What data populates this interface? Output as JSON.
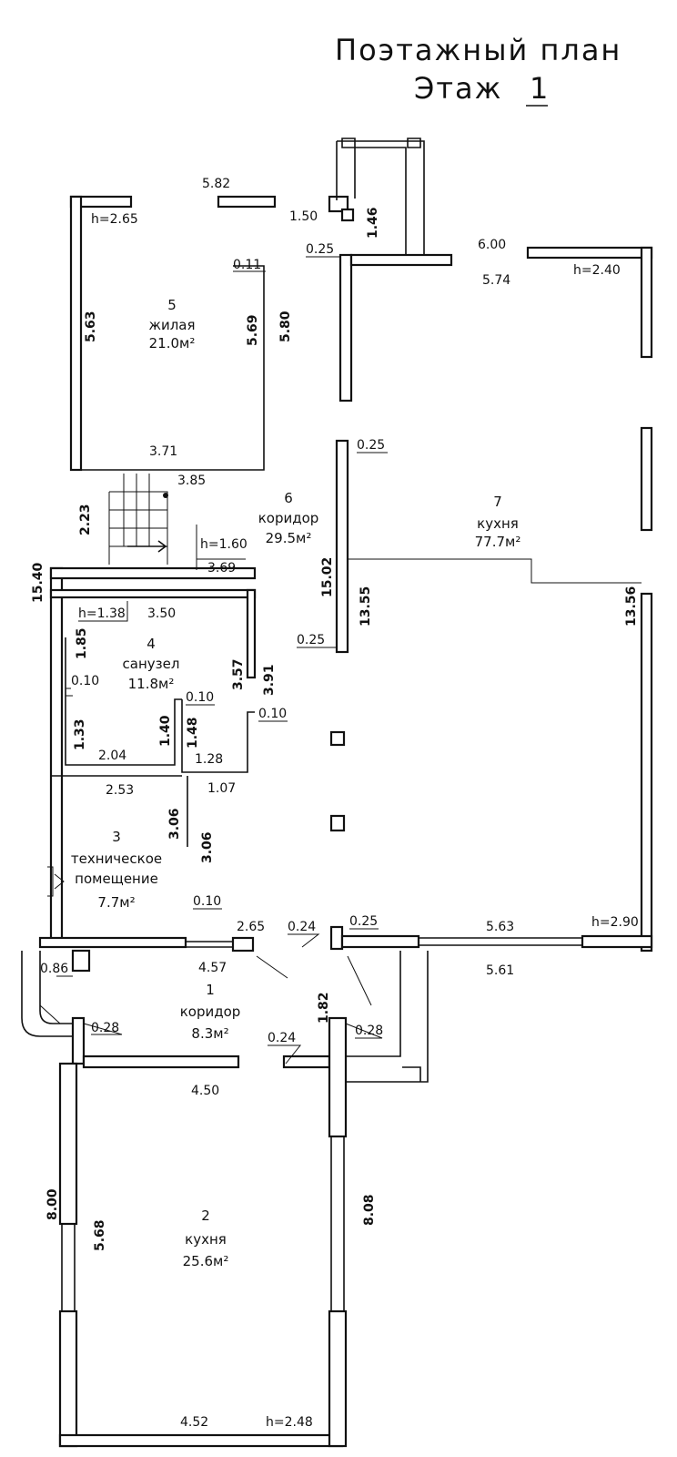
{
  "title": {
    "line1": "Поэтажный план",
    "line2": "Этаж",
    "floor_number": "1"
  },
  "rooms": [
    {
      "number": "1",
      "name": "коридор",
      "area": "8.3м²"
    },
    {
      "number": "2",
      "name": "кухня",
      "area": "25.6м²"
    },
    {
      "number": "3",
      "name_line1": "техническое",
      "name_line2": "помещение",
      "area": "7.7м²"
    },
    {
      "number": "4",
      "name": "санузел",
      "area": "11.8м²"
    },
    {
      "number": "5",
      "name": "жилая",
      "area": "21.0м²"
    },
    {
      "number": "6",
      "name": "коридор",
      "area": "29.5м²"
    },
    {
      "number": "7",
      "name": "кухня",
      "area": "77.7м²"
    }
  ],
  "heights": {
    "room5": "h=2.65",
    "room7_top": "h=2.40",
    "stair": "h=1.60",
    "room4": "h=1.38",
    "room7_bottom": "h=2.90",
    "room2": "h=2.48"
  },
  "dimensions": {
    "d_5_82": "5.82",
    "d_1_50": "1.50",
    "d_1_46": "1.46",
    "d_6_00": "6.00",
    "d_5_74": "5.74",
    "d_0_25_a": "0.25",
    "d_0_11": "0.11",
    "d_5_63_v": "5.63",
    "d_5_69": "5.69",
    "d_5_80": "5.80",
    "d_3_71": "3.71",
    "d_0_25_b": "0.25",
    "d_3_85": "3.85",
    "d_2_23": "2.23",
    "d_15_40": "15.40",
    "d_3_69": "3.69",
    "d_15_02": "15.02",
    "d_13_55": "13.55",
    "d_13_56": "13.56",
    "d_3_50": "3.50",
    "d_1_85": "1.85",
    "d_0_25_c": "0.25",
    "d_3_57": "3.57",
    "d_3_91": "3.91",
    "d_0_10_a": "0.10",
    "d_0_10_b": "0.10",
    "d_0_10_c": "0.10",
    "d_1_33": "1.33",
    "d_1_40": "1.40",
    "d_1_48": "1.48",
    "d_2_04": "2.04",
    "d_1_28": "1.28",
    "d_2_53": "2.53",
    "d_1_07": "1.07",
    "d_3_06_a": "3.06",
    "d_3_06_b": "3.06",
    "d_0_10_d": "0.10",
    "d_2_65": "2.65",
    "d_0_24_a": "0.24",
    "d_0_25_d": "0.25",
    "d_5_63_h": "5.63",
    "d_4_57": "4.57",
    "d_5_61": "5.61",
    "d_0_86": "0.86",
    "d_1_82": "1.82",
    "d_0_28_a": "0.28",
    "d_0_28_b": "0.28",
    "d_0_24_b": "0.24",
    "d_4_50": "4.50",
    "d_8_00": "8.00",
    "d_5_68": "5.68",
    "d_8_08": "8.08",
    "d_4_52": "4.52"
  }
}
